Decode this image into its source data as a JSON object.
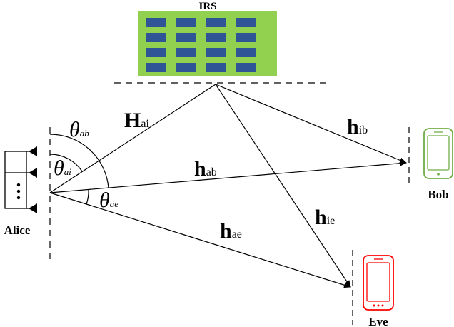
{
  "nodes": {
    "irs": "IRS",
    "alice": "Alice",
    "bob": "Bob",
    "eve": "Eve"
  },
  "channels": {
    "H_ai": {
      "main": "H",
      "sub": "ai"
    },
    "h_ib": {
      "main": "h",
      "sub": "ib"
    },
    "h_ab": {
      "main": "h",
      "sub": "ab"
    },
    "h_ie": {
      "main": "h",
      "sub": "ie"
    },
    "h_ae": {
      "main": "h",
      "sub": "ae"
    }
  },
  "angles": {
    "theta_ab": {
      "main": "θ",
      "sub": "ab"
    },
    "theta_ai": {
      "main": "θ",
      "sub": "ai"
    },
    "theta_ae": {
      "main": "θ",
      "sub": "ae"
    }
  },
  "colors": {
    "irs_panel": "#92d050",
    "irs_element": "#2f5597",
    "bob_phone": "#70ad47",
    "eve_phone": "#ff0000",
    "lines": "#000000"
  },
  "icons": {
    "alice_antenna": "antenna-array-icon",
    "bob_device": "smartphone-icon",
    "eve_device": "smartphone-icon"
  }
}
